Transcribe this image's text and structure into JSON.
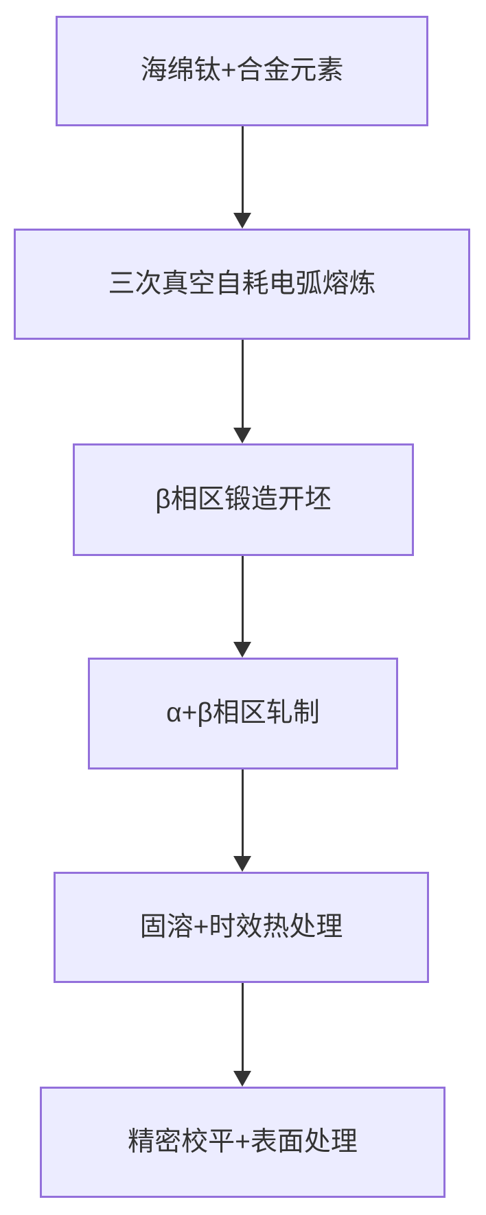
{
  "diagram": {
    "type": "flowchart",
    "direction": "top-down",
    "nodes": [
      {
        "label": "海绵钛+合金元素"
      },
      {
        "label": "三次真空自耗电弧熔炼"
      },
      {
        "label": "β相区锻造开坯"
      },
      {
        "label": "α+β相区轧制"
      },
      {
        "label": "固溶+时效热处理"
      },
      {
        "label": "精密校平+表面处理"
      }
    ],
    "edges": [
      {
        "from": "海绵钛+合金元素",
        "to": "三次真空自耗电弧熔炼"
      },
      {
        "from": "三次真空自耗电弧熔炼",
        "to": "β相区锻造开坯"
      },
      {
        "from": "β相区锻造开坯",
        "to": "α+β相区轧制"
      },
      {
        "from": "α+β相区轧制",
        "to": "固溶+时效热处理"
      },
      {
        "from": "固溶+时效热处理",
        "to": "精密校平+表面处理"
      }
    ],
    "colors": {
      "node_fill": "#ECECFF",
      "node_border": "#9370DB",
      "arrow": "#333333",
      "text": "#333333",
      "background": "#FFFFFF"
    }
  }
}
